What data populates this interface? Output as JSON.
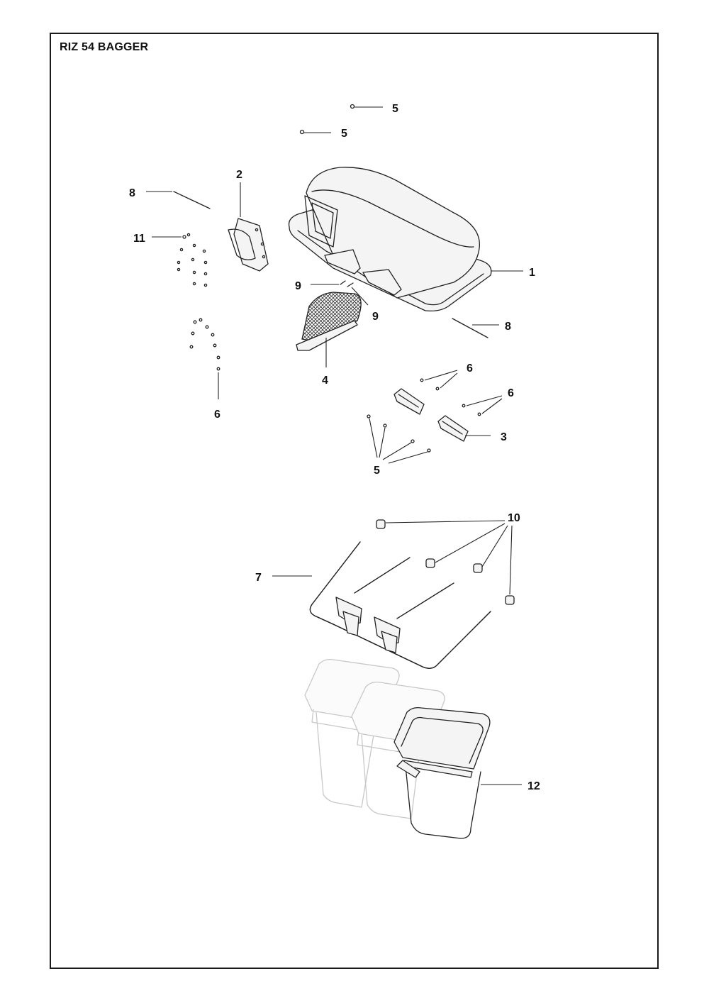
{
  "title": "RIZ 54 BAGGER",
  "callouts": {
    "c1": "1",
    "c2": "2",
    "c3": "3",
    "c4": "4",
    "c5a": "5",
    "c5b": "5",
    "c5c": "5",
    "c6a": "6",
    "c6b": "6",
    "c6c": "6",
    "c7": "7",
    "c8a": "8",
    "c8b": "8",
    "c9a": "9",
    "c9b": "9",
    "c10": "10",
    "c11": "11",
    "c12": "12"
  }
}
